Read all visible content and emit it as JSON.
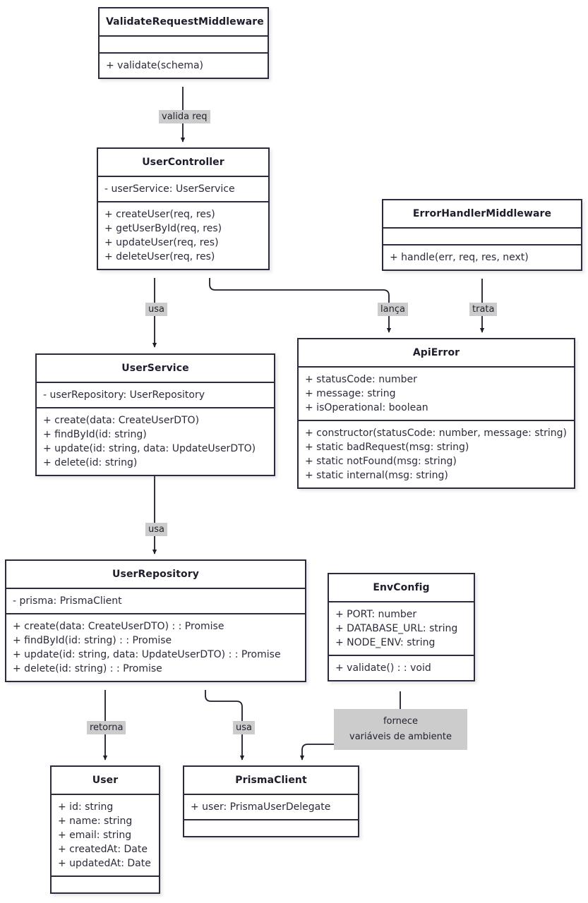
{
  "diagram": {
    "title": "Express API Architecture Class Diagram",
    "language": "pt-BR",
    "colors": {
      "background": "#ffffff",
      "border": "#2b2b3d",
      "text": "#2b2b3a",
      "label_background": "#cccccc"
    }
  },
  "classes": [
    {
      "id": "validate-request-middleware",
      "name": "ValidateRequestMiddleware",
      "attributes": [],
      "methods": [
        "+ validate(schema)"
      ]
    },
    {
      "id": "user-controller",
      "name": "UserController",
      "attributes": [
        "- userService: UserService"
      ],
      "methods": [
        "+ createUser(req, res)",
        "+ getUserById(req, res)",
        "+ updateUser(req, res)",
        "+ deleteUser(req, res)"
      ]
    },
    {
      "id": "error-handler-middleware",
      "name": "ErrorHandlerMiddleware",
      "attributes": [],
      "methods": [
        "+ handle(err, req, res, next)"
      ]
    },
    {
      "id": "user-service",
      "name": "UserService",
      "attributes": [
        "- userRepository: UserRepository"
      ],
      "methods": [
        "+ create(data: CreateUserDTO)",
        "+ findById(id: string)",
        "+ update(id: string, data: UpdateUserDTO)",
        "+ delete(id: string)"
      ]
    },
    {
      "id": "api-error",
      "name": "ApiError",
      "attributes": [
        "+ statusCode: number",
        "+ message: string",
        "+ isOperational: boolean"
      ],
      "methods": [
        "+ constructor(statusCode: number, message: string)",
        "+ static badRequest(msg: string)",
        "+ static notFound(msg: string)",
        "+ static internal(msg: string)"
      ]
    },
    {
      "id": "user-repository",
      "name": "UserRepository",
      "attributes": [
        "- prisma: PrismaClient"
      ],
      "methods": [
        "+ create(data: CreateUserDTO) : : Promise",
        "+ findById(id: string) : : Promise",
        "+ update(id: string, data: UpdateUserDTO) : : Promise",
        "+ delete(id: string) : : Promise"
      ]
    },
    {
      "id": "env-config",
      "name": "EnvConfig",
      "attributes": [
        "+ PORT: number",
        "+ DATABASE_URL: string",
        "+ NODE_ENV: string"
      ],
      "methods": [
        "+ validate() : : void"
      ]
    },
    {
      "id": "user",
      "name": "User",
      "attributes": [
        "+ id: string",
        "+ name: string",
        "+ email: string",
        "+ createdAt: Date",
        "+ updatedAt: Date"
      ],
      "methods": []
    },
    {
      "id": "prisma-client",
      "name": "PrismaClient",
      "attributes": [
        "+ user: PrismaUserDelegate"
      ],
      "methods": []
    }
  ],
  "edges": [
    {
      "id": "valida-req",
      "label": "valida req",
      "from": "ValidateRequestMiddleware",
      "to": "UserController"
    },
    {
      "id": "usa-controller-service",
      "label": "usa",
      "from": "UserController",
      "to": "UserService"
    },
    {
      "id": "lanca",
      "label": "lança",
      "from": "UserController",
      "to": "ApiError"
    },
    {
      "id": "trata",
      "label": "trata",
      "from": "ErrorHandlerMiddleware",
      "to": "ApiError"
    },
    {
      "id": "usa-service-repository",
      "label": "usa",
      "from": "UserService",
      "to": "UserRepository"
    },
    {
      "id": "retorna",
      "label": "retorna",
      "from": "UserRepository",
      "to": "User"
    },
    {
      "id": "usa-repository-prisma",
      "label": "usa",
      "from": "UserRepository",
      "to": "PrismaClient"
    },
    {
      "id": "fornece",
      "label": "fornece\nvariáveis de ambiente",
      "label_line1": "fornece",
      "label_line2": "variáveis de ambiente",
      "from": "EnvConfig",
      "to": "PrismaClient"
    }
  ]
}
